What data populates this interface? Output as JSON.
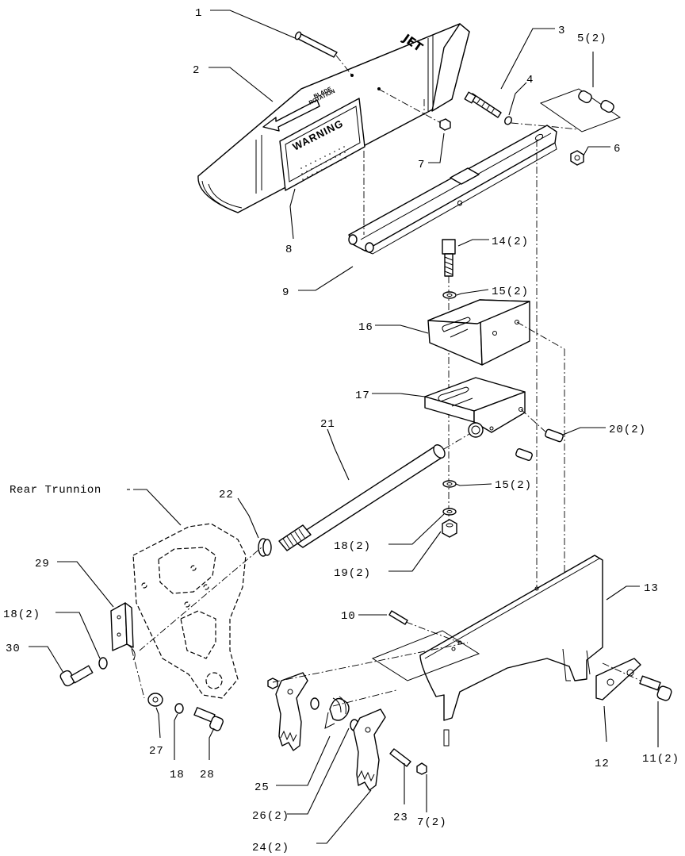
{
  "title_label": "Rear Trunnion",
  "guard": {
    "logo": "JET",
    "blade_line1": "BLADE",
    "blade_line2": "ROTATION",
    "warning": "WARNING"
  },
  "callouts": [
    {
      "id": "1",
      "text": "1"
    },
    {
      "id": "2",
      "text": "2"
    },
    {
      "id": "3",
      "text": "3"
    },
    {
      "id": "4",
      "text": "4"
    },
    {
      "id": "5",
      "text": "5(2)"
    },
    {
      "id": "6",
      "text": "6"
    },
    {
      "id": "7",
      "text": "7"
    },
    {
      "id": "8",
      "text": "8"
    },
    {
      "id": "9",
      "text": "9"
    },
    {
      "id": "10",
      "text": "10"
    },
    {
      "id": "11",
      "text": "11(2)"
    },
    {
      "id": "12",
      "text": "12"
    },
    {
      "id": "13",
      "text": "13"
    },
    {
      "id": "14",
      "text": "14(2)"
    },
    {
      "id": "15a",
      "text": "15(2)"
    },
    {
      "id": "15b",
      "text": "15(2)"
    },
    {
      "id": "16",
      "text": "16"
    },
    {
      "id": "17",
      "text": "17"
    },
    {
      "id": "18a",
      "text": "18(2)"
    },
    {
      "id": "18b",
      "text": "18(2)"
    },
    {
      "id": "18c",
      "text": "18"
    },
    {
      "id": "19",
      "text": "19(2)"
    },
    {
      "id": "20",
      "text": "20(2)"
    },
    {
      "id": "21",
      "text": "21"
    },
    {
      "id": "22",
      "text": "22"
    },
    {
      "id": "23",
      "text": "23"
    },
    {
      "id": "24",
      "text": "24(2)"
    },
    {
      "id": "25",
      "text": "25"
    },
    {
      "id": "26",
      "text": "26(2)"
    },
    {
      "id": "27",
      "text": "27"
    },
    {
      "id": "28",
      "text": "28"
    },
    {
      "id": "29",
      "text": "29"
    },
    {
      "id": "30",
      "text": "30"
    },
    {
      "id": "7b",
      "text": "7(2)"
    }
  ]
}
